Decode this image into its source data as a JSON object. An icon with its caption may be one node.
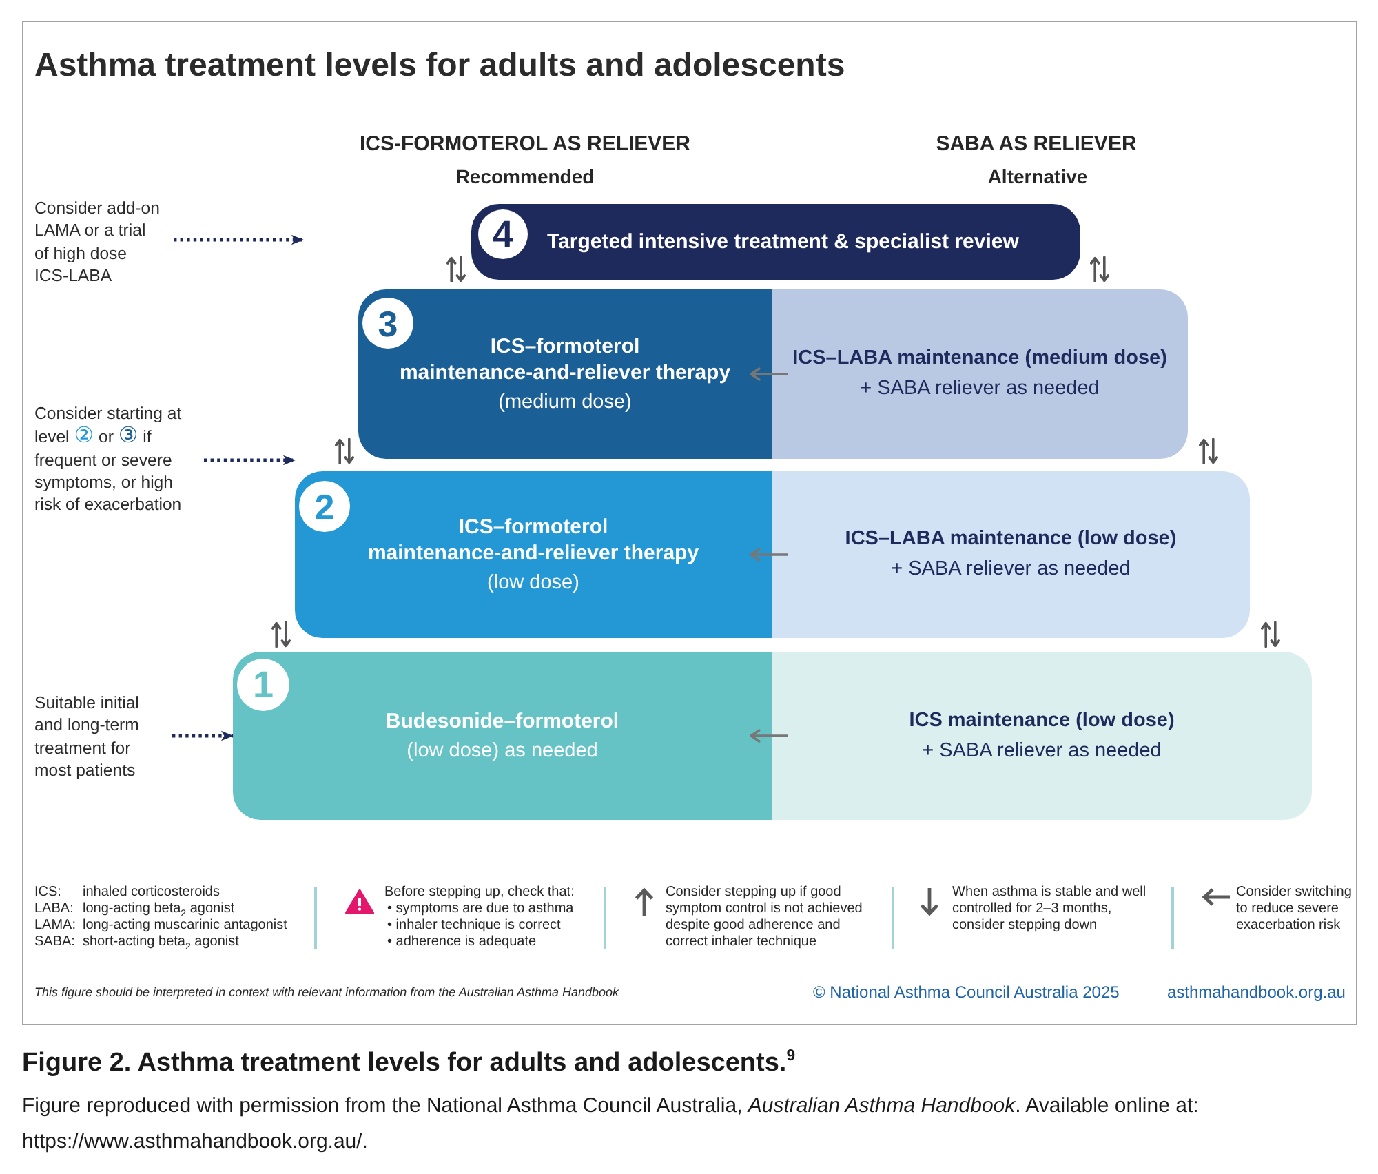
{
  "diagram": {
    "title": "Asthma treatment levels for adults and adolescents",
    "caption": "Figure 2. Asthma treatment levels for adults and adolescents.$^{9}$",
    "nodes": [
      {
        "text": [
          "Consider add-on LAMA or a trial of high dose ICS-LABA"
        ]
      },
      {
        "text": [
          "4",
          "Targeted intensive treatment & specialist review"
        ]
      },
      {
        "text": [
          "3",
          "ICS–formoterol maintenance-and-reliever therapy",
          "(medium dose)"
        ]
      },
      {
        "text": [
          "ICS–LABA maintenance (medium dose)",
          "+ SABA reliever as needed"
        ]
      },
      {
        "text": [
          "Consider starting at level **②** or **③** if frequent or severe symptoms, or high risk of exacerbation"
        ]
      },
      {
        "text": [
          "2",
          "ICS–formoterol maintenance-and-reliever therapy",
          "(low dose)"
        ]
      },
      {
        "text": [
          "ICS–LABA maintenance (low dose)",
          "+ SABA reliever as needed"
        ]
      },
      {
        "text": [
          "Suitable initial and long-term treatment for most patients"
        ]
      },
      {
        "text": [
          "1",
          "Budesonide–formoterol",
          "(low dose) as needed"
        ]
      },
      {
        "text": [
          "ICS maintenance (low dose)",
          "+ SABA reliever as needed"
        ]
      }
    ],
    "edges": [
      {
        "from": 0,
        "to": null,
        "arrow": "to",
        "style": "dashed",
        "color": "#1f2a5c"
      },
      {
        "from": 3,
        "to": 2,
        "arrow": "to"
      },
      {
        "from": 4,
        "to": 5,
        "arrow": "to",
        "style": "dashed",
        "color": "#1f2a5c"
      },
      {
        "from": 6,
        "to": 5,
        "arrow": "to"
      },
      {
        "from": 7,
        "to": 8,
        "arrow": "to",
        "style": "dashed",
        "color": "#1f2a5c"
      },
      {
        "from": 9,
        "to": 8,
        "arrow": "to"
      }
    ],
    "labels": [
      "ICS-FORMOTEROL AS RELIEVER",
      "SABA AS RELIEVER",
      "Recommended",
      "Alternative",
      "ICS:",
      "inhaled corticosteroids",
      "LABA:",
      "long-acting beta$_{2}$ agonist",
      "LAMA:",
      "long-acting muscarinic antagonist",
      "SABA:",
      "short-acting beta$_{2}$ agonist",
      "• symptoms are due to asthma",
      "• inhaler technique is correct",
      "• adherence is adequate",
      "This figure should be interpreted in context with relevant information from the Australian Asthma Handbook",
      "© National Asthma Council Australia 2025",
      "asthmahandbook.org.au",
      "Figure reproduced with permission from the National Asthma Council Australia, *Australian Asthma Handbook*. Available online at: https://www.asthmahandbook.org.au/."
    ],
    "legend": [
      {
        "text": "Before stepping up, check that:"
      },
      {
        "text": "Consider stepping up if good symptom control is not achieved despite good adherence and correct inhaler technique"
      },
      {
        "text": "When asthma is stable and well controlled for 2–3 months, consider stepping down"
      },
      {
        "text": "Consider switching to reduce severe exacerbation risk"
      }
    ]
  }
}
